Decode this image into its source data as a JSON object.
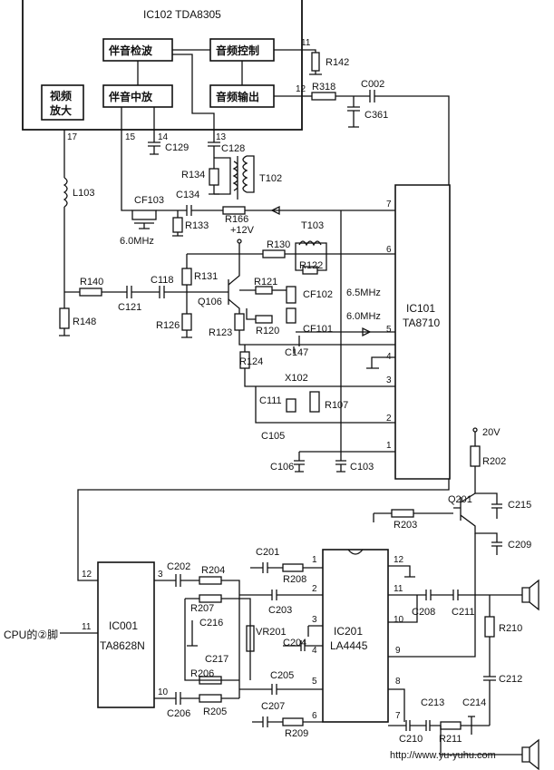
{
  "ic102": {
    "title": "IC102  TDA8305",
    "blocks": {
      "bx1": "伴音检波",
      "bx2": "音频控制",
      "bx3": "伴音中放",
      "bx4": "音频输出",
      "bx5a": "视频",
      "bx5b": "放大"
    }
  },
  "ic101": {
    "name": "IC101",
    "part": "TA8710"
  },
  "ic001": {
    "name": "IC001",
    "part": "TA8628N"
  },
  "ic201": {
    "name": "IC201",
    "part": "LA4445"
  },
  "labels": {
    "R142": "R142",
    "R318": "R318",
    "C002": "C002",
    "C361": "C361",
    "C129": "C129",
    "C128": "C128",
    "R134": "R134",
    "T102": "T102",
    "L103": "L103",
    "CF103": "CF103",
    "C134": "C134",
    "R133": "R133",
    "R166": "R166",
    "plus12": "+12V",
    "f6m0": "6.0MHz",
    "R130": "R130",
    "T103": "T103",
    "R122": "R122",
    "R140": "R140",
    "C118": "C118",
    "R131": "R131",
    "R121": "R121",
    "CF102": "CF102",
    "f6m5": "6.5MHz",
    "C121": "C121",
    "Q106": "Q106",
    "f6m0b": "6.0MHz",
    "R148": "R148",
    "R126": "R126",
    "R123": "R123",
    "R120": "R120",
    "CF101": "CF101",
    "C147": "C147",
    "R124": "R124",
    "X102": "X102",
    "C111": "C111",
    "R107": "R107",
    "C105": "C105",
    "C106": "C106",
    "C103": "C103",
    "v20": "20V",
    "R202": "R202",
    "Q201": "Q201",
    "C215": "C215",
    "R203": "R203",
    "C209": "C209",
    "C202": "C202",
    "R204": "R204",
    "C201": "C201",
    "R208": "R208",
    "R207": "R207",
    "C203": "C203",
    "C208": "C208",
    "C211": "C211",
    "C216": "C216",
    "VR201": "VR201",
    "R210": "R210",
    "C204": "C204",
    "C217": "C217",
    "C205": "C205",
    "R206": "R206",
    "C212": "C212",
    "C206": "C206",
    "R205": "R205",
    "C207": "C207",
    "C213": "C213",
    "C214": "C214",
    "R209": "R209",
    "C210": "C210",
    "R211": "R211",
    "cpu": "CPU的②脚",
    "url": "http://www.yu-yuhu.com"
  },
  "pins": {
    "p11a": "11",
    "p12a": "12",
    "p17": "17",
    "p15": "15",
    "p14": "14",
    "p13": "13",
    "p7": "7",
    "p6": "6",
    "p5": "5",
    "p4": "4",
    "p3": "3",
    "p2": "2",
    "p1": "1",
    "p12b": "12",
    "p3b": "3",
    "p11b": "11",
    "p10b": "10",
    "q1": "1",
    "q2": "2",
    "q3": "3",
    "q4": "4",
    "q5": "5",
    "q6": "6",
    "q7": "7",
    "q8": "8",
    "q9": "9",
    "q10": "10",
    "q11": "11",
    "q12": "12"
  }
}
